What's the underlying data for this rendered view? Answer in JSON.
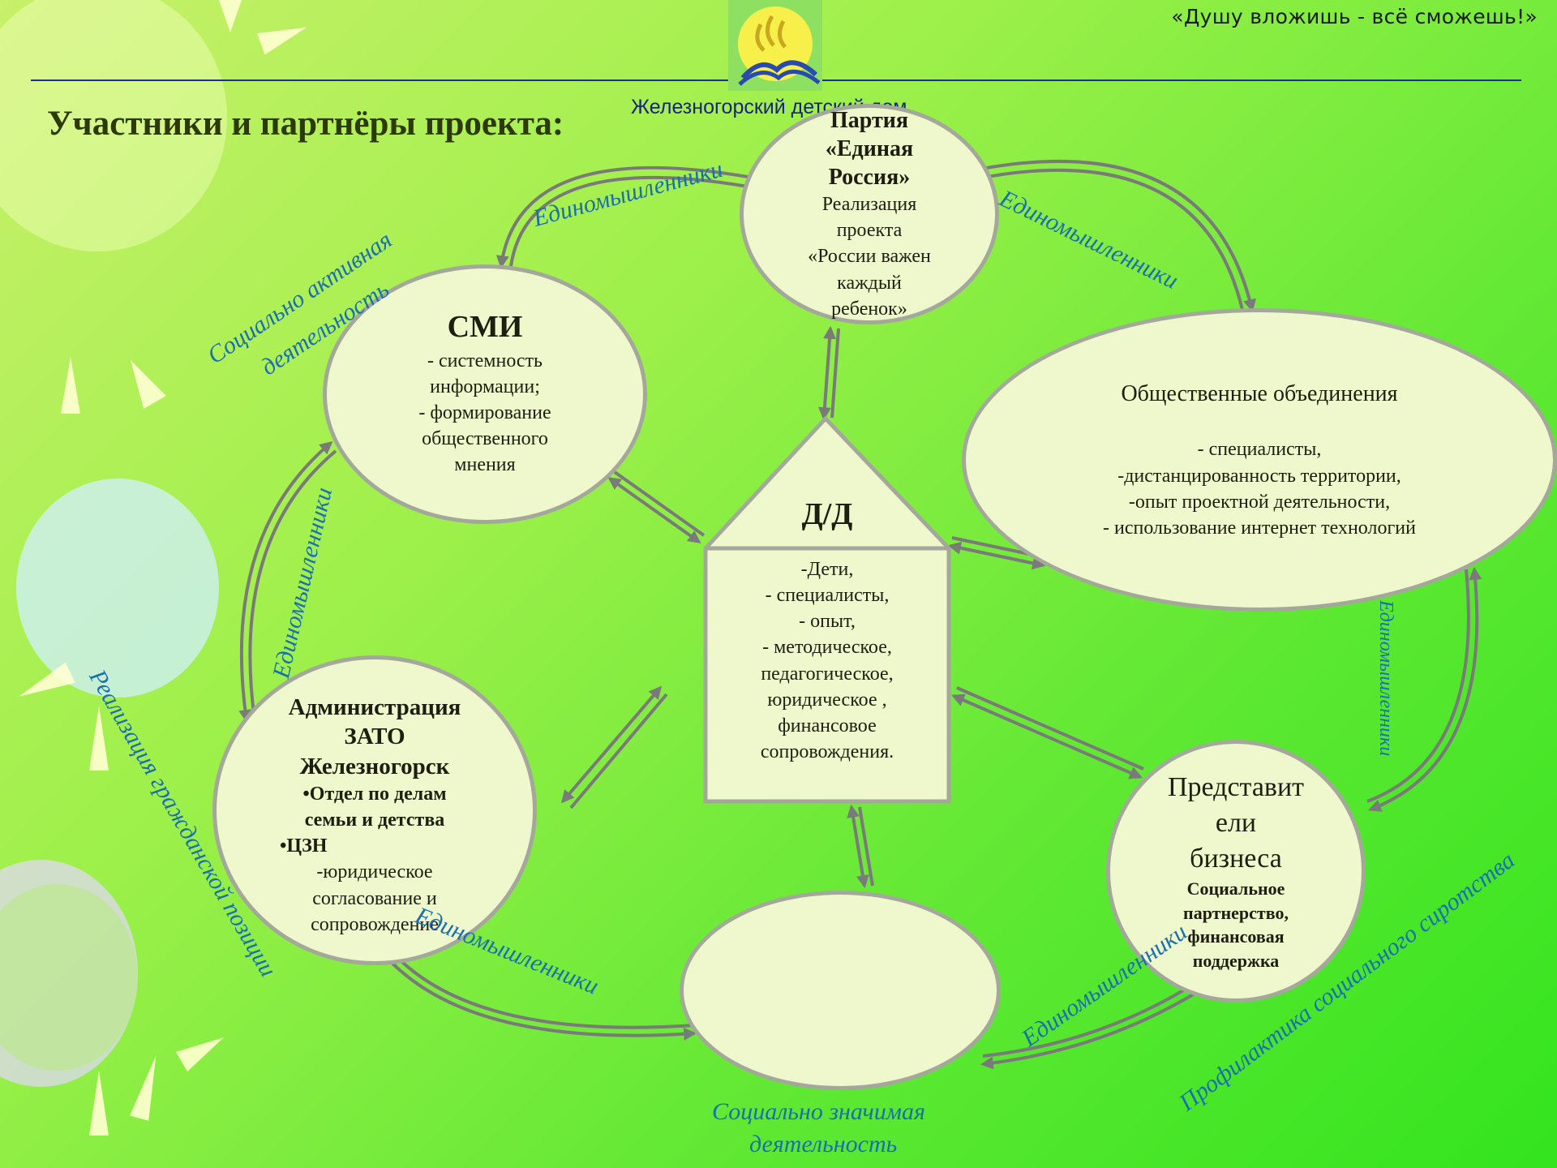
{
  "header": {
    "motto": "«Душу вложишь - всё сможешь!»",
    "logo_subtitle": "Железногорский детский дом",
    "title": "Участники и партнёры проекта:"
  },
  "colors": {
    "node_fill": "#eef8cc",
    "node_border": "#a4a89a",
    "arrow": "#7a7a7a",
    "label_blue": "#1a6fb2",
    "rule": "#1b2f9a"
  },
  "center": {
    "title": "Д/Д",
    "lines": [
      "-Дети,",
      "- специалисты,",
      "- опыт,",
      "- методическое,",
      "педагогическое,",
      "юридическое ,",
      "финансовое",
      "сопровождения."
    ]
  },
  "party": {
    "title_lines": [
      "Партия",
      "«Единая",
      "Россия»"
    ],
    "lines": [
      "Реализация",
      "проекта",
      "«России важен",
      "каждый",
      "ребенок»"
    ]
  },
  "smi": {
    "title": "СМИ",
    "lines": [
      "- системность",
      "информации;",
      "- формирование",
      "общественного",
      "мнения"
    ]
  },
  "public_orgs": {
    "title": "Общественные объединения",
    "lines": [
      "- специалисты,",
      "-дистанцированность территории,",
      "-опыт проектной деятельности,",
      "- использование интернет технологий"
    ]
  },
  "admin": {
    "title_lines": [
      "Администрация",
      "ЗАТО",
      "Железногорск"
    ],
    "bold_lines": [
      "•Отдел по делам",
      "семьи и детства"
    ],
    "czn": "•ЦЗН",
    "lines": [
      "-юридическое",
      "согласование и",
      "сопровождение"
    ]
  },
  "business": {
    "title_lines": [
      "Представит",
      "ели",
      "бизнеса"
    ],
    "lines": [
      "Социальное",
      "партнерство,",
      "финансовая",
      "поддержка"
    ]
  },
  "labels": {
    "edin_top_left": "Единомышленники",
    "edin_top_right": "Единомышленники",
    "edin_left": "Единомышленники",
    "edin_right": "Единомышленники",
    "edin_bottom_left": "Единомышленники",
    "edin_bottom_right": "Единомышленники",
    "social_active_1": "Социально активная",
    "social_active_2": "деятельность",
    "civic": "Реализация гражданской позиции",
    "orphanhood": "Профилактика социального сиротства",
    "social_sig_1": "Социально значимая",
    "social_sig_2": "деятельность"
  }
}
